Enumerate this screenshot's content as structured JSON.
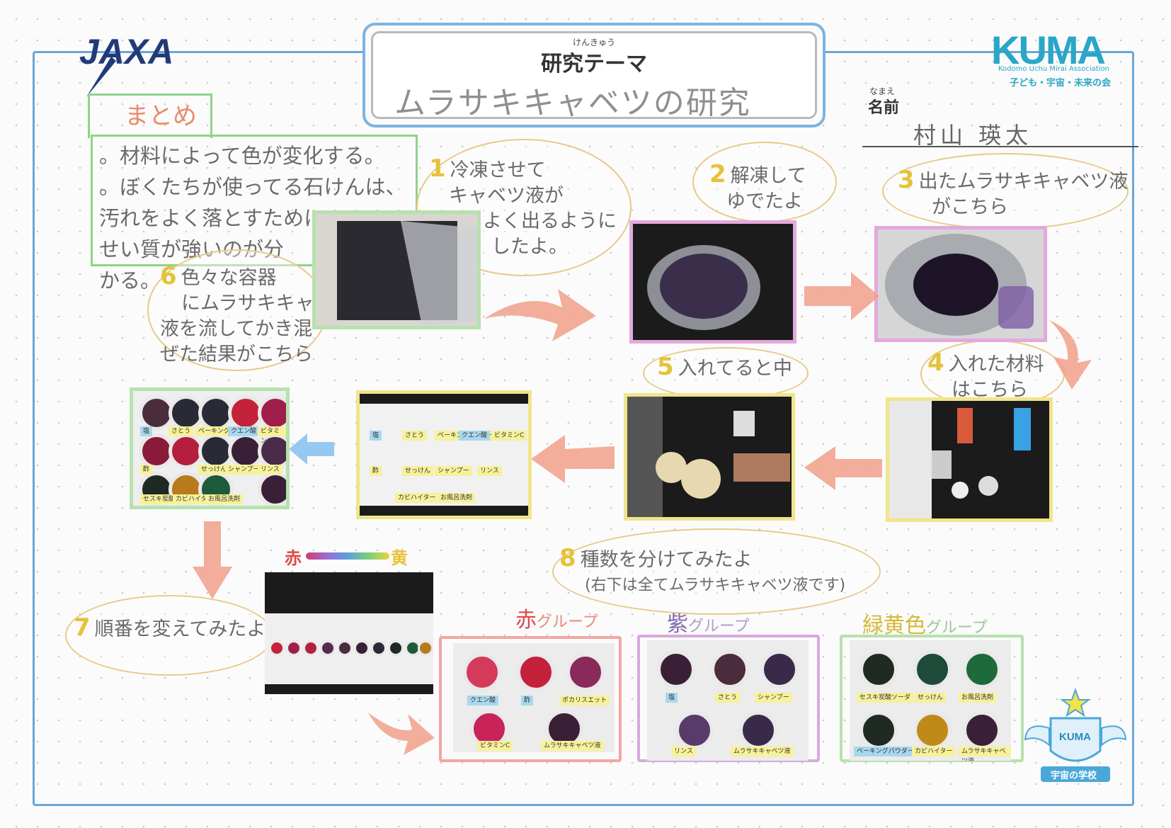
{
  "header": {
    "theme_ruby": "けんきゅう",
    "theme_label": "研究テーマ",
    "theme_value": "ムラサキキャベツの研究",
    "name_ruby": "なまえ",
    "name_label": "名前",
    "name_value": "村山 瑛太"
  },
  "logos": {
    "jaxa": "JAXA",
    "kuma": "KUMA",
    "kuma_sub_en": "Kodomo Uchu Mirai Association",
    "kuma_sub_jp": "子ども・宇宙・未来の会",
    "school_badge": "KUMA",
    "school_caption": "宇宙の学校"
  },
  "summary": {
    "title": "まとめ",
    "lines": [
      "。材料によって色が変化する。",
      "。ぼくたちが使ってる石けんは、",
      "汚れをよく落とすために",
      "せい質が強いのが分",
      "かる。"
    ]
  },
  "steps": [
    {
      "num": "1",
      "lines": [
        "冷凍させて",
        "キャベツ液が",
        "よく出るように",
        "したよ。"
      ]
    },
    {
      "num": "2",
      "lines": [
        "解凍して",
        "ゆでたよ"
      ]
    },
    {
      "num": "3",
      "lines": [
        "出たムラサキキャベツ液",
        "がこちら"
      ]
    },
    {
      "num": "4",
      "lines": [
        "入れた材料",
        "はこちら"
      ]
    },
    {
      "num": "5",
      "lines": [
        "入れてると中"
      ]
    },
    {
      "num": "6",
      "lines": [
        "色々な容器",
        "にムラサキキャベツ",
        "液を流してかき混",
        "ぜた結果がこちら"
      ]
    },
    {
      "num": "7",
      "lines": [
        "順番を変えてみたよ。"
      ]
    },
    {
      "num": "8",
      "lines": [
        "種数を分けてみたよ",
        "(右下は全てムラサキキャベツ液です)"
      ]
    }
  ],
  "gradient_label": {
    "left": "赤",
    "right": "黄"
  },
  "photo_labels": {
    "grid6": [
      "塩",
      "さとう",
      "ベーキングパウダー",
      "クエン酸",
      "ビタミンC",
      "酢",
      "せっけん",
      "シャンプー",
      "リンス",
      "セスキ炭酸ソーダ",
      "カビハイター",
      "お風呂洗剤"
    ],
    "grid5": [
      "塩",
      "さとう",
      "ベーキングパウダー",
      "クエン酸",
      "ビタミンC",
      "酢",
      "せっけん",
      "シャンプー",
      "リンス",
      "カビハイター",
      "お風呂洗剤"
    ]
  },
  "groups": [
    {
      "title_main": "赤",
      "title_rest": "グループ",
      "labels": [
        "クエン酸",
        "酢",
        "ポカリスエット",
        "ビタミンC",
        "ムラサキキャベツ液"
      ]
    },
    {
      "title_main": "紫",
      "title_rest": "グループ",
      "labels": [
        "塩",
        "さとう",
        "シャンプー",
        "リンス",
        "ムラサキキャベツ液"
      ]
    },
    {
      "title_main": "緑黄色",
      "title_rest": "グループ",
      "labels": [
        "セスキ炭酸ソーダ",
        "せっけん",
        "お風呂洗剤",
        "ベーキングパウダー",
        "カビハイター",
        "ムラサキキャベツ液"
      ]
    }
  ],
  "colors": {
    "frame": "#6aa7d8",
    "accent_yellow": "#e6c23a",
    "summary_green": "#8fd38a",
    "arrow_red": "#e98a7a",
    "arrow_blue": "#8cc3ee"
  }
}
